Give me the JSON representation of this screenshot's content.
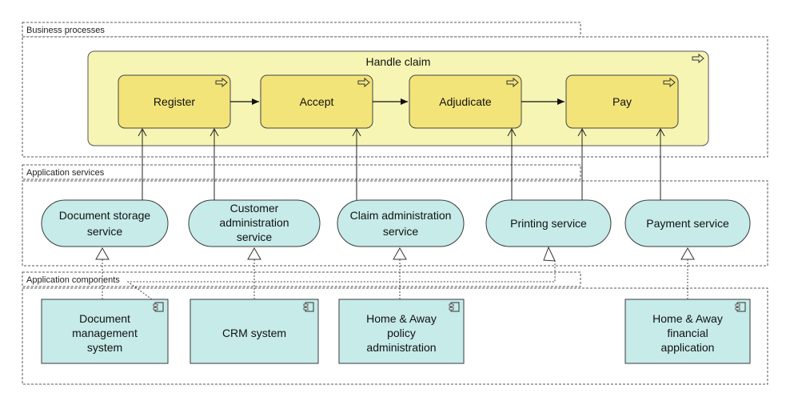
{
  "layers": {
    "business": "Business processes",
    "app_services": "Application services",
    "app_components": "Application components"
  },
  "process": {
    "title": "Handle claim",
    "steps": [
      "Register",
      "Accept",
      "Adjudicate",
      "Pay"
    ]
  },
  "services": [
    [
      "Document storage",
      "service"
    ],
    [
      "Customer",
      "administration",
      "service"
    ],
    [
      "Claim administration",
      "service"
    ],
    [
      "Printing service"
    ],
    [
      "Payment service"
    ]
  ],
  "components": [
    [
      "Document",
      "management",
      "system"
    ],
    [
      "CRM system"
    ],
    [
      "Home & Away",
      "policy",
      "administration"
    ],
    [
      "Home & Away",
      "financial",
      "application"
    ]
  ],
  "colors": {
    "process_fill": "#f6f5b4",
    "process_step_fill": "#f2e479",
    "application_fill": "#c6ebe9"
  }
}
